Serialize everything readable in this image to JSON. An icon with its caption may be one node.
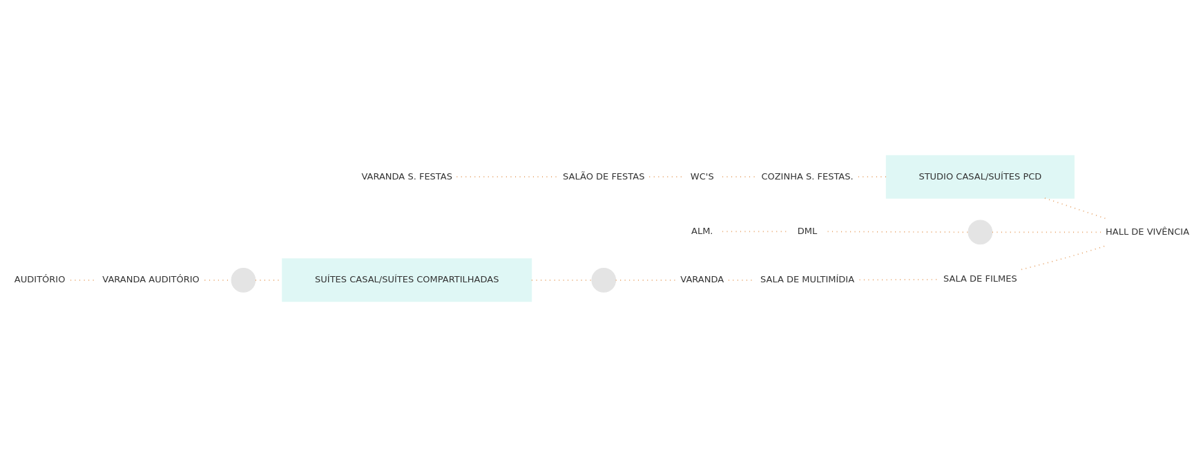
{
  "diagram": {
    "nodes": [
      {
        "text": [
          "VARANDA S. FESTAS"
        ]
      },
      {
        "text": [
          "SALÃO DE FESTAS"
        ]
      },
      {
        "text": [
          "WC'S"
        ]
      },
      {
        "text": [
          "COZINHA S. FESTAS."
        ]
      },
      {
        "text": [
          "STUDIO CASAL/SUÍTES PCD"
        ]
      },
      {
        "text": [
          "ALM."
        ]
      },
      {
        "text": [
          "DML"
        ]
      },
      {
        "text": [],
        "shape": "circle"
      },
      {
        "text": [
          "AUDITÓRIO"
        ]
      },
      {
        "text": [
          "VARANDA AUDITÓRIO"
        ]
      },
      {
        "text": [],
        "shape": "circle"
      },
      {
        "text": [],
        "shape": "circle"
      },
      {
        "text": [
          "VARANDA"
        ]
      },
      {
        "text": [
          "SALA DE MULTIMÍDIA"
        ]
      },
      {
        "text": [
          "SALA DE FILMES"
        ]
      },
      {
        "text": [
          "HALL DE VIVÊNCIA"
        ]
      },
      {
        "text": [
          "SUÍTES CASAL/SUÍTES COMPARTILHADAS"
        ]
      }
    ],
    "edges": [
      {
        "from": 0,
        "to": 1,
        "arrow": "none"
      },
      {
        "from": 1,
        "to": 2,
        "arrow": "none"
      },
      {
        "from": 2,
        "to": 3,
        "arrow": "none"
      },
      {
        "from": 3,
        "to": 4,
        "arrow": "none"
      },
      {
        "from": 4,
        "to": 15,
        "arrow": "none"
      },
      {
        "from": 5,
        "to": 6,
        "arrow": "none"
      },
      {
        "from": 6,
        "to": 7,
        "arrow": "none"
      },
      {
        "from": 7,
        "to": 15,
        "arrow": "none"
      },
      {
        "from": 8,
        "to": 9,
        "arrow": "none"
      },
      {
        "from": 9,
        "to": 10,
        "arrow": "none"
      },
      {
        "from": 10,
        "to": 16,
        "arrow": "none"
      },
      {
        "from": 16,
        "to": 11,
        "arrow": "none"
      },
      {
        "from": 11,
        "to": 12,
        "arrow": "none"
      },
      {
        "from": 12,
        "to": 13,
        "arrow": "none"
      },
      {
        "from": 13,
        "to": 14,
        "arrow": "none"
      },
      {
        "from": 14,
        "to": 15,
        "arrow": "none"
      }
    ]
  }
}
